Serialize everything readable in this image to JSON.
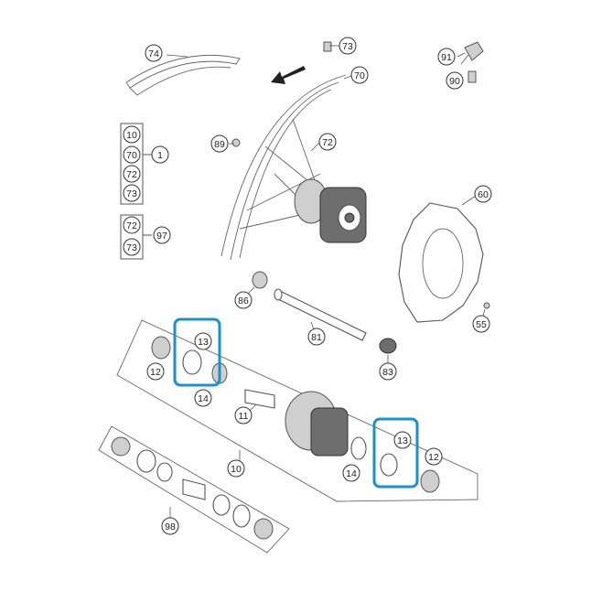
{
  "labels": {
    "l74": "74",
    "l73a": "73",
    "l70a": "70",
    "l91": "91",
    "l90": "90",
    "l89": "89",
    "l72a": "72",
    "l60": "60",
    "kit1_a": "10",
    "kit1_b": "70",
    "kit1_c": "72",
    "kit1_d": "73",
    "kit1_ref": "1",
    "kit2_a": "72",
    "kit2_b": "73",
    "kit2_ref": "97",
    "l86": "86",
    "l81": "81",
    "l83": "83",
    "l55": "55",
    "l13a": "13",
    "l12a": "12",
    "l14a": "14",
    "l11": "11",
    "l13b": "13",
    "l14b": "14",
    "l12b": "12",
    "l10": "10",
    "l98": "98"
  },
  "highlight_color": "#1d8fcf"
}
